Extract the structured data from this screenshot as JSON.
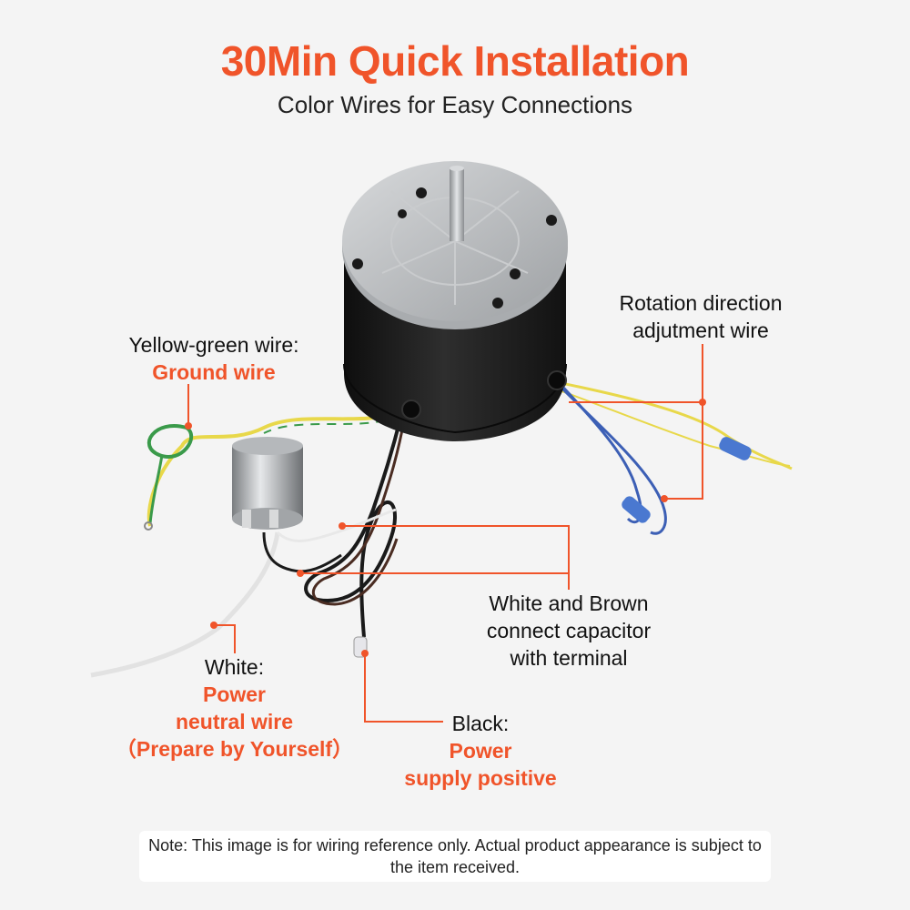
{
  "header": {
    "title": "30Min Quick Installation",
    "subtitle": "Color Wires for Easy Connections"
  },
  "callouts": {
    "rotation": {
      "line1": "Rotation direction",
      "line2": "adjutment wire"
    },
    "ground": {
      "line1": "Yellow-green wire:",
      "line2": "Ground wire"
    },
    "capacitor": {
      "line1": "White and Brown",
      "line2": "connect capacitor",
      "line3": "with terminal"
    },
    "white": {
      "line1": "White:",
      "line2": "Power",
      "line3": "neutral wire",
      "line4": "（Prepare by Yourself）"
    },
    "black": {
      "line1": "Black:",
      "line2": "Power",
      "line3": "supply positive"
    }
  },
  "note": {
    "text": "Note: This image is for wiring reference only. Actual product appearance is subject to the item received."
  },
  "colors": {
    "accent": "#f0542a",
    "text": "#111111",
    "background": "#f4f4f4",
    "motor_body": "#1e1e1e",
    "motor_cap": "#b9bcbf",
    "wire_yellow": "#e8d84a",
    "wire_green": "#3a9a4a",
    "wire_blue": "#3c5fb5",
    "wire_black": "#1a1a1a",
    "wire_brown": "#4a2c22",
    "wire_white": "#e8e8e8"
  }
}
